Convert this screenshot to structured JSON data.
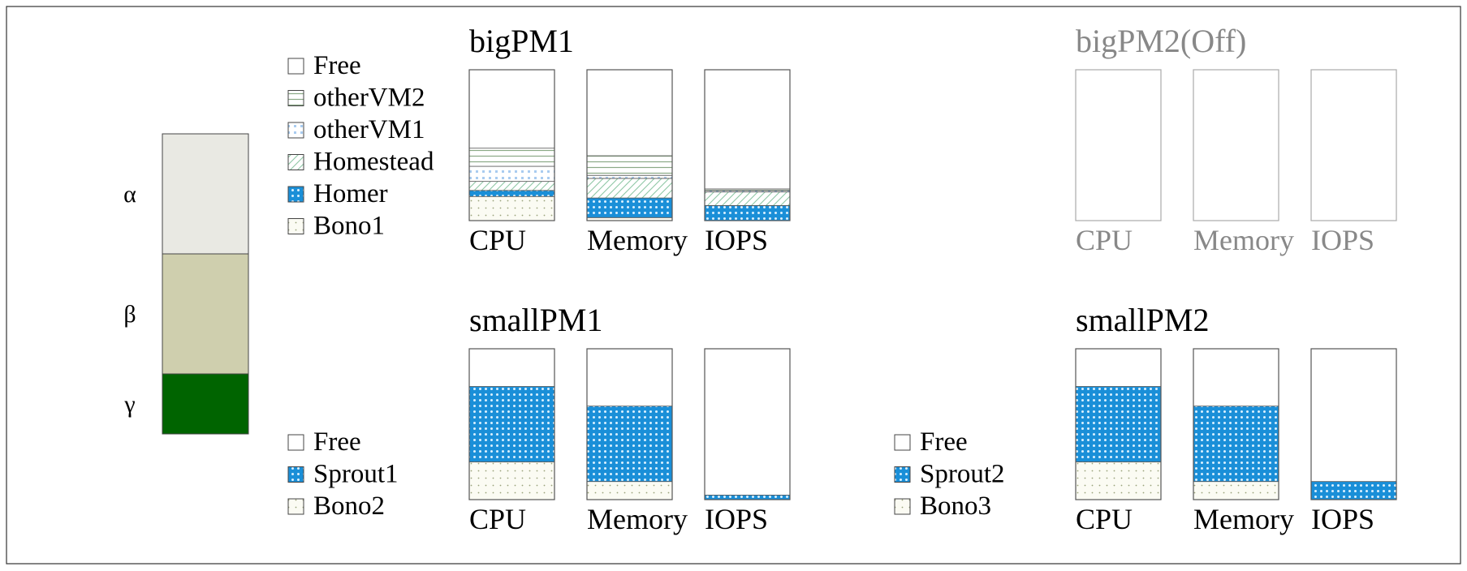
{
  "page": {
    "border_color": "#333333"
  },
  "colors": {
    "free": "#ffffff",
    "outline": "#555555",
    "active_text": "#000000",
    "off_text": "#888888",
    "off_outline": "#aaaaaa",
    "homer_blue": "#1a8fd8",
    "homer_dot": "#d9f0ff",
    "bono_dot": "#9aa27a",
    "bono_bg": "#fbfbf3",
    "othervm1_dot": "#a9ccf0",
    "othervm2_line": "#8aaa86",
    "homestead_line": "#8ec7a5",
    "scale_alpha": "#e9e9e3",
    "scale_beta": "#cfcfae",
    "scale_gamma": "#006400"
  },
  "scale_bar": {
    "segments": [
      {
        "label": "α",
        "from": 1.0,
        "to": 0.6,
        "color_key": "scale_alpha"
      },
      {
        "label": "β",
        "from": 0.6,
        "to": 0.2,
        "color_key": "scale_beta"
      },
      {
        "label": "γ",
        "from": 0.2,
        "to": 0.0,
        "color_key": "scale_gamma"
      }
    ]
  },
  "legends": [
    {
      "id": "legend-big",
      "entries": [
        {
          "label": "Free",
          "pattern": "free"
        },
        {
          "label": "otherVM2",
          "pattern": "othervm2"
        },
        {
          "label": "otherVM1",
          "pattern": "othervm1"
        },
        {
          "label": "Homestead",
          "pattern": "homestead"
        },
        {
          "label": "Homer",
          "pattern": "blue"
        },
        {
          "label": "Bono1",
          "pattern": "bono"
        }
      ]
    },
    {
      "id": "legend-small1",
      "entries": [
        {
          "label": "Free",
          "pattern": "free"
        },
        {
          "label": "Sprout1",
          "pattern": "blue"
        },
        {
          "label": "Bono2",
          "pattern": "bono"
        }
      ]
    },
    {
      "id": "legend-small2",
      "entries": [
        {
          "label": "Free",
          "pattern": "free"
        },
        {
          "label": "Sprout2",
          "pattern": "blue"
        },
        {
          "label": "Bono3",
          "pattern": "bono"
        }
      ]
    }
  ],
  "chart_data": [
    {
      "type": "bar",
      "stacked": true,
      "title": "bigPM1",
      "off": false,
      "categories": [
        "CPU",
        "Memory",
        "IOPS"
      ],
      "ylim": [
        0,
        1
      ],
      "series": [
        {
          "name": "Bono1",
          "pattern": "bono",
          "values": [
            0.16,
            0.02,
            0.0
          ]
        },
        {
          "name": "Homer",
          "pattern": "blue",
          "values": [
            0.04,
            0.13,
            0.1
          ]
        },
        {
          "name": "Homestead",
          "pattern": "homestead",
          "values": [
            0.06,
            0.13,
            0.09
          ]
        },
        {
          "name": "otherVM1",
          "pattern": "othervm1",
          "values": [
            0.1,
            0.02,
            0.01
          ]
        },
        {
          "name": "otherVM2",
          "pattern": "othervm2",
          "values": [
            0.12,
            0.13,
            0.01
          ]
        }
      ]
    },
    {
      "type": "bar",
      "stacked": true,
      "title": "bigPM2(Off)",
      "off": true,
      "categories": [
        "CPU",
        "Memory",
        "IOPS"
      ],
      "ylim": [
        0,
        1
      ],
      "series": []
    },
    {
      "type": "bar",
      "stacked": true,
      "title": "smallPM1",
      "off": false,
      "categories": [
        "CPU",
        "Memory",
        "IOPS"
      ],
      "ylim": [
        0,
        1
      ],
      "series": [
        {
          "name": "Bono2",
          "pattern": "bono",
          "values": [
            0.25,
            0.12,
            0.0
          ]
        },
        {
          "name": "Sprout1",
          "pattern": "blue",
          "values": [
            0.5,
            0.5,
            0.03
          ]
        }
      ]
    },
    {
      "type": "bar",
      "stacked": true,
      "title": "smallPM2",
      "off": false,
      "categories": [
        "CPU",
        "Memory",
        "IOPS"
      ],
      "ylim": [
        0,
        1
      ],
      "series": [
        {
          "name": "Bono3",
          "pattern": "bono",
          "values": [
            0.25,
            0.12,
            0.0
          ]
        },
        {
          "name": "Sprout2",
          "pattern": "blue",
          "values": [
            0.5,
            0.5,
            0.12
          ]
        }
      ]
    }
  ]
}
